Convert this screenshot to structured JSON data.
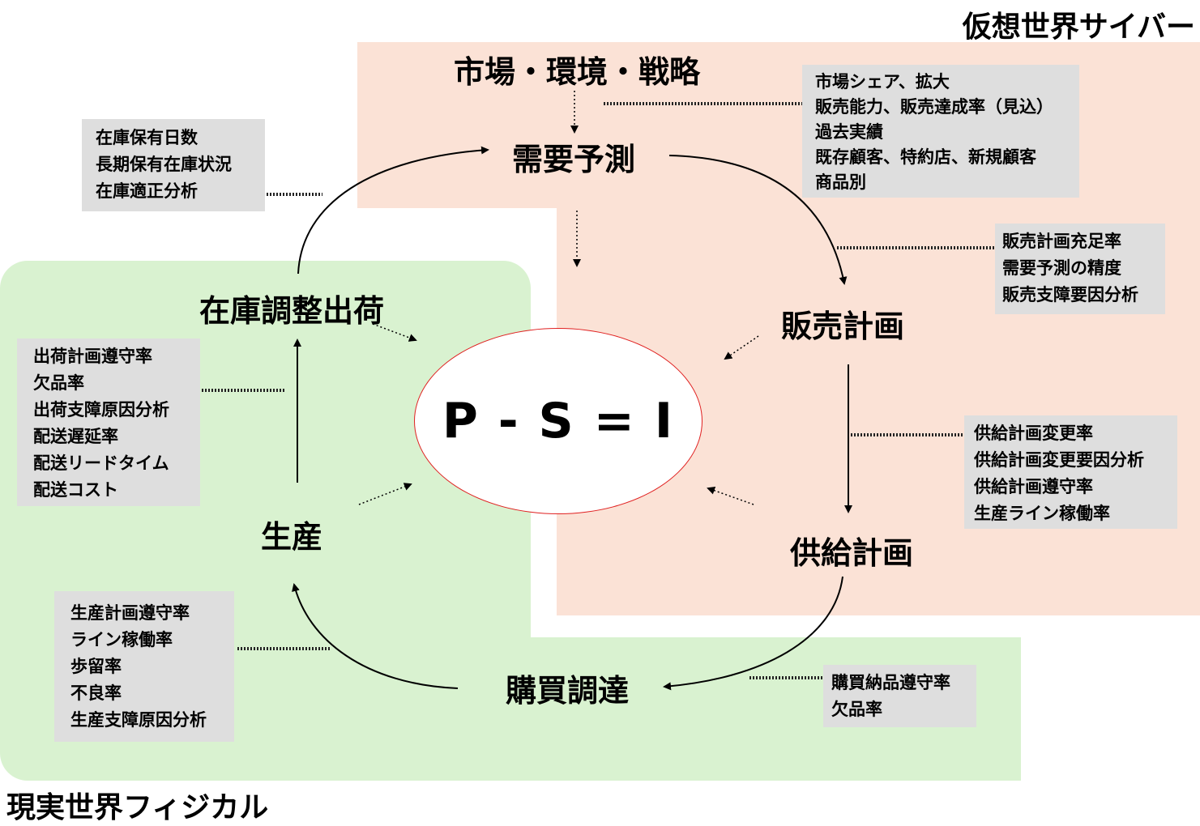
{
  "labels": {
    "cyber_world": "仮想世界サイバー",
    "physical_world": "現実世界フィジカル"
  },
  "center": {
    "formula": "P - S = I"
  },
  "nodes": {
    "market": "市場・環境・戦略",
    "demand_forecast": "需要予測",
    "sales_plan": "販売計画",
    "supply_plan": "供給計画",
    "procurement": "購買調達",
    "production": "生産",
    "inventory_shipping": "在庫調整出荷"
  },
  "kpi_boxes": {
    "demand_forecast": [
      "市場シェア、拡大",
      "販売能力、販売達成率（見込）",
      "過去実績",
      "既存顧客、特約店、新規顧客",
      "商品別"
    ],
    "sales_plan": [
      "販売計画充足率",
      "需要予測の精度",
      "販売支障要因分析"
    ],
    "supply_plan": [
      "供給計画変更率",
      "供給計画変更要因分析",
      "供給計画遵守率",
      "生産ライン稼働率"
    ],
    "procurement": [
      "購買納品遵守率",
      "欠品率"
    ],
    "production": [
      "生産計画遵守率",
      "ライン稼働率",
      "歩留率",
      "不良率",
      "生産支障原因分析"
    ],
    "shipping": [
      "出荷計画遵守率",
      "欠品率",
      "出荷支障原因分析",
      "配送遅延率",
      "配送リードタイム",
      "配送コスト"
    ],
    "inventory": [
      "在庫保有日数",
      "長期保有在庫状況",
      "在庫適正分析"
    ]
  },
  "colors": {
    "cyber_region": "#fbe2d6",
    "physical_region": "#d9f2d0",
    "kpi_box": "#dedede",
    "ellipse_border": "#e02020"
  }
}
